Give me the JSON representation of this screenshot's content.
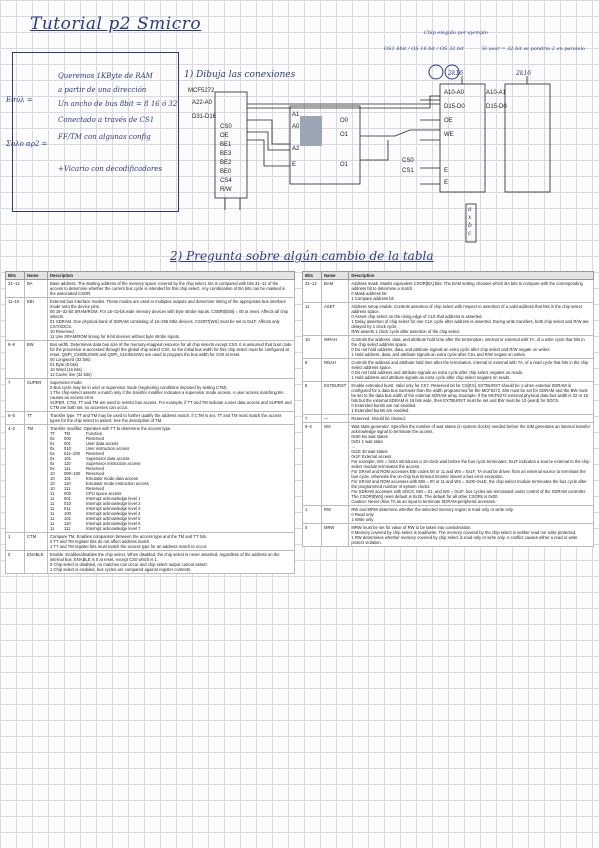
{
  "header": {
    "title": "Tutorial p2 Smicro"
  },
  "notes": {
    "side1": "Εσύλ =",
    "side2": "Σολο αρ2 =",
    "lines": [
      "Queremos 1KByte de RAM",
      "a partir de una dirección",
      "Un ancho de bus 8bit = 8 16 ó 32",
      "Conectado a través de CS1",
      "FF/TM con algunas config",
      "+Vicario con decodificadores"
    ]
  },
  "diagram": {
    "q1": "1) Dibuja las conexiones",
    "cpu": "MCF5272",
    "a_bus": "A22-A0",
    "d_bus": "D31-D16",
    "cpu_pins": [
      "CS0",
      "OE",
      "BE1",
      "BE3",
      "BE2",
      "BE0",
      "CS4",
      "R/W"
    ],
    "dec_in": [
      "A1",
      "A0",
      "A2",
      "E"
    ],
    "dec_out": [
      "O0",
      "O1",
      "O1"
    ],
    "mem_top": "2k16",
    "mem_right_top": "2k16",
    "mem_pins": [
      "A10-A0",
      "D15-D0",
      "OE",
      "WE"
    ],
    "mem_ctrl": [
      "CS0",
      "CS1",
      "E",
      "E"
    ],
    "side_bus": "A10-A1",
    "side_d": "D15-D0",
    "annot_left": "OS1 8bit / OS 16 bit / OS 32 bit",
    "annot_mid": "Chip elegido por ejemplo",
    "annot_right": "Si usar = 32 bit se pondría 2 en paralelo",
    "vert": [
      "a",
      "x",
      "b",
      "c"
    ]
  },
  "section2": {
    "title": "2) Pregunta sobre algún cambio de la tabla"
  },
  "columns": [
    "Bits",
    "Name",
    "Description"
  ],
  "left_rows": [
    {
      "bits": "31–12",
      "name": "BA",
      "desc": [
        "Base address. The starting address of the memory space covered by the chip select. BA is compared with bits 31–12 of the access to determine whether the current bus cycle is intended for this chip select. Any combination of BA bits can be masked in the associated CSOR."
      ]
    },
    {
      "bits": "11–10",
      "name": "EBI",
      "desc": [
        "External bus interface modes. These modes are used to multiplex outputs and determine timing of the appropriate bus interface mode onto the device pins.",
        "00 16–32-bit SRAM/ROM. For 16–32-bit wide memory devices with byte strobe inputs. CSBR0[EBI] = 00 at reset. Affects all chip selects.",
        "01 SDRAM. One physical bank of SDRAM consisting of 16–256 Mbit devices. CSOR7[WS] must be set to 0x1F. Affects only CS7/SDCS.",
        "10 Reserved",
        "11 Use SRAM/ROM timing for 8-bit devices without byte strobe inputs."
      ]
    },
    {
      "bits": "9–8",
      "name": "BW",
      "desc": [
        "Bus width. Determines data bus size of the memory-mapped resource for all chip selects except CS0. It is assumed that boot code for the processor is accessed through the global chip select CS0, so the initial bus width for this chip select must be configured at reset. QSPI_CS0/BUSW0 and QSPI_CLK/BUSW1 are used to program the bus width for CS0 at reset.",
        "00 Longword (32 bits)",
        "01 Byte (8 bits)",
        "10 Word (16 bits)",
        "11 Cache line (32 bits)"
      ]
    },
    {
      "bits": "7",
      "name": "SUPER",
      "desc": [
        "Supervisor mode.",
        "0 Bus cycle may be in user or supervisor mode (neglecting conditions imposed by setting CTM).",
        "1 The chip-select asserts a match only if the transfer modifier indicates a supervisor mode access. A user access matching BA causes an access error.",
        "SUPER, CTM, TT and TM are used to restrict bus access. For example, if TT and TM indicate a user data access and SUPER and CTM are both set, no accesses can occur."
      ]
    },
    {
      "bits": "6–5",
      "name": "TT",
      "desc": [
        "Transfer type. TT and TM may be used to further qualify the address match. If CTM is set, TT and TM must match the access types for the chip select to assert. See the description of TM."
      ]
    },
    {
      "bits": "4–2",
      "name": "TM",
      "desc": [
        "Transfer modifier. Operates with TT to determine the access type."
      ],
      "tt": [
        [
          "TT",
          "TM",
          "Function"
        ],
        [
          "0x",
          "000",
          "Reserved"
        ],
        [
          "0x",
          "001",
          "User data access"
        ],
        [
          "0x",
          "010",
          "User instruction access"
        ],
        [
          "0x",
          "011–100",
          "Reserved"
        ],
        [
          "0x",
          "101",
          "Supervisor data access"
        ],
        [
          "0x",
          "110",
          "Supervisor instruction access"
        ],
        [
          "0x",
          "111",
          "Reserved"
        ],
        [
          "10",
          "000–100",
          "Reserved"
        ],
        [
          "10",
          "101",
          "Emulator mode data access"
        ],
        [
          "10",
          "110",
          "Emulator mode instruction access"
        ],
        [
          "10",
          "111",
          "Reserved"
        ],
        [
          "11",
          "000",
          "CPU space access"
        ],
        [
          "11",
          "001",
          "Interrupt acknowledge level 1"
        ],
        [
          "11",
          "010",
          "Interrupt acknowledge level 2"
        ],
        [
          "11",
          "011",
          "Interrupt acknowledge level 3"
        ],
        [
          "11",
          "100",
          "Interrupt acknowledge level 4"
        ],
        [
          "11",
          "101",
          "Interrupt acknowledge level 5"
        ],
        [
          "11",
          "110",
          "Interrupt acknowledge level 6"
        ],
        [
          "11",
          "111",
          "Interrupt acknowledge level 7"
        ]
      ]
    },
    {
      "bits": "1",
      "name": "CTM",
      "desc": [
        "Compare TM. Enables comparison between the access type and the TM and TT bits.",
        "0 TT and TM register bits do not affect address match.",
        "1 TT and TM register bits must match the access type for an address match to occur."
      ]
    },
    {
      "bits": "0",
      "name": "ENABLE",
      "desc": [
        "Enable. Enables/disables the chip select. When disabled, the chip select is never asserted, regardless of the address on the internal bus. ENABLE is 0 at reset, except CS0 which is 1.",
        "0 Chip select is disabled, no matches can occur and chip select output cannot assert.",
        "1 Chip select is enabled, bus cycles are compared against register contents."
      ]
    }
  ],
  "right_rows": [
    {
      "bits": "31–12",
      "name": "BAM",
      "desc": [
        "Address mask. Masks equivalent CSOR[BA] bits. The BAM setting chooses which BA bits to compare with the corresponding address bit to determine a match.",
        "0 Mask address bit",
        "1 Compare address bit"
      ]
    },
    {
      "bits": "11",
      "name": "ASET",
      "desc": [
        "Address setup enable. Controls assertion of chip select with respect to assertion of a valid address that hits in the chip select address space.",
        "0 Assert chip select on the rising edge of CLK that address is asserted.",
        "1 Delay assertion of chip select for one CLK cycle after address is asserted. During write transfers, both chip select and R/W are delayed by 1 clock cycle.",
        "R/W asserts 1 clock cycle after assertion of the chip select."
      ]
    },
    {
      "bits": "10",
      "name": "WRAH",
      "desc": [
        "Controls the address, data, and attribute hold time after the termination, internal or external with TA, of a write cycle that hits in the chip select address space.",
        "0 Do not hold address, data, and attribute signals an extra cycle after chip select and R/W negate on writes.",
        "1 Hold address, data, and attribute signals an extra cycle after CSx and R/W negate on writes."
      ]
    },
    {
      "bits": "9",
      "name": "RDAH",
      "desc": [
        "Controls the address and attribute hold time after the termination, internal or external with TA, of a read cycle that hits in the chip select address space.",
        "0 Do not hold address and attribute signals an extra cycle after chip select negates on reads.",
        "1 Hold address and attribute signals an extra cycle after chip select negates on reads."
      ]
    },
    {
      "bits": "8",
      "name": "EXTBURST",
      "desc": [
        "Enable extended burst. Valid only for CS7. Reserved bit for CS[0:5]. EXTBURST should be 1 when external SDRAM is configured for a data bus narrower than the width programmed for the MCF5272. EBI must be set for SDRAM and the BW must be set to the data bus width of the external SDRAM array. Example: If the MCF5272 external physical data bus width is 32 or 16 bits but the external SDRAM is 16 bits wide, then EXTBURST must be set and BW must be 10 (word) for SDCS.",
        "0 Extended bursts are not enabled.",
        "1 Extended bursts are enabled."
      ]
    },
    {
      "bits": "7",
      "name": "—",
      "desc": [
        "Reserved, should be cleared."
      ]
    },
    {
      "bits": "6–2",
      "name": "WS",
      "desc": [
        "Wait state generator. Specifies the number of wait states (in system clocks) needed before the SIM generates an internal transfer acknowledge signal to terminate the access.",
        "0x00 No wait states",
        "0x01 1 wait state",
        "…",
        "0x1E 30 wait states",
        "0x1F External access",
        "For example, WS = 0x0A introduces a 10-clock wait before the bus cycle terminates; 0x1F indicates a source external to the chip select module terminates the access.",
        "For SRAM and ROM accesses EBI codes 00 or 11 and WS = 0x1F, TA must be driven from an external source to terminate the bus cycle, otherwise the on-chip bus timeout monitor issues a bus error exception.",
        "For SRAM and ROM accesses with EBI = 00 or 11 and WS = 0x00–0x1E, the chip select module terminates the bus cycle after the programmed number of system clocks.",
        "For SDRAM accesses with SDCS, EBI = 01, and WS = 0x1F, bus cycles are terminated under control of the SDRAM controller.",
        "The CSOR0[WS] reset default is 0x1E. The default for all other CSORs is 0x00.",
        "Caution: Never drive TA as an input to terminate SDRAM peripheral accesses."
      ]
    },
    {
      "bits": "1",
      "name": "RW",
      "desc": [
        "RW and MRW determine whether the selected memory region is read only or write only.",
        "0 Read only",
        "1 Write only"
      ]
    },
    {
      "bits": "0",
      "name": "MRW",
      "desc": [
        "MRW must be set for value of RW to be taken into consideration.",
        "0 Memory covered by chip select is read/write. The memory covered by the chip select is neither read nor write protected.",
        "1 RW determines whether memory covered by chip select is read only or write only. A conflict causes either a read or write protect violation."
      ]
    }
  ]
}
